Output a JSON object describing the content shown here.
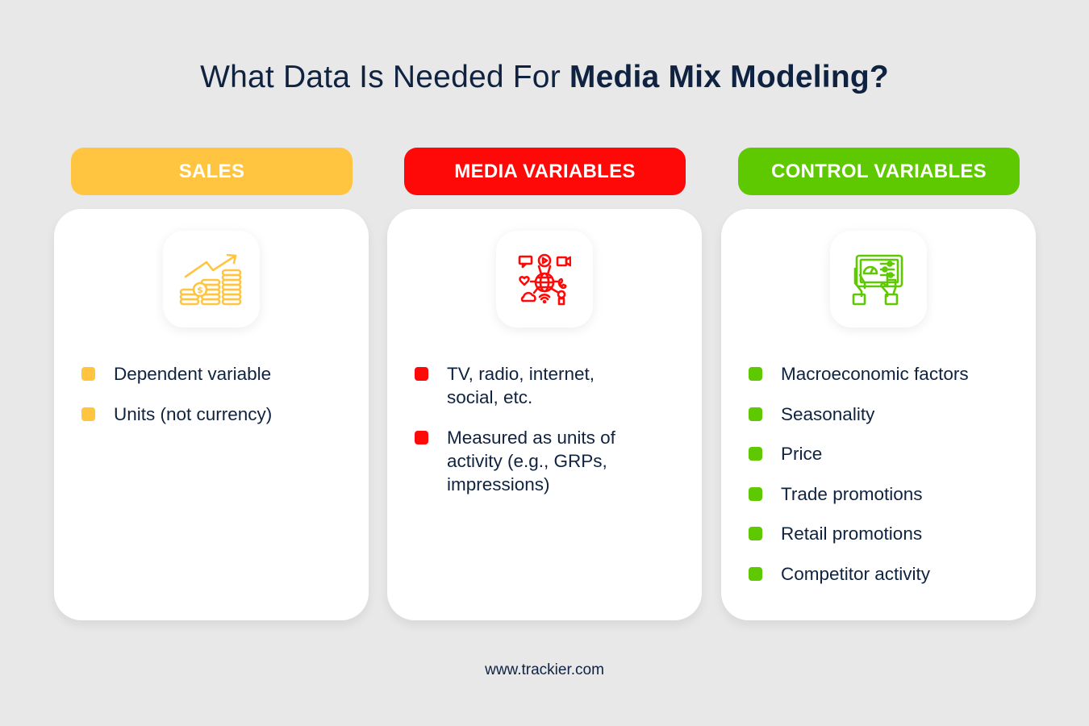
{
  "title": {
    "light": "What Data Is Needed For ",
    "bold": "Media Mix Modeling?"
  },
  "columns": [
    {
      "header": "SALES",
      "color": "#ffc540",
      "icon": "coins-growth-chart-icon",
      "items": [
        "Dependent variable",
        "Units (not currency)"
      ]
    },
    {
      "header": "MEDIA VARIABLES",
      "color": "#ff0808",
      "icon": "media-globe-network-icon",
      "items": [
        "TV, radio, internet, social, etc.",
        "Measured as units of activity (e.g., GRPs, impressions)"
      ]
    },
    {
      "header": "CONTROL VARIABLES",
      "color": "#5ec800",
      "icon": "tablet-dashboard-control-icon",
      "items": [
        "Macroeconomic factors",
        "Seasonality",
        "Price",
        "Trade promotions",
        "Retail promotions",
        "Competitor activity"
      ]
    }
  ],
  "footer": "www.trackier.com"
}
